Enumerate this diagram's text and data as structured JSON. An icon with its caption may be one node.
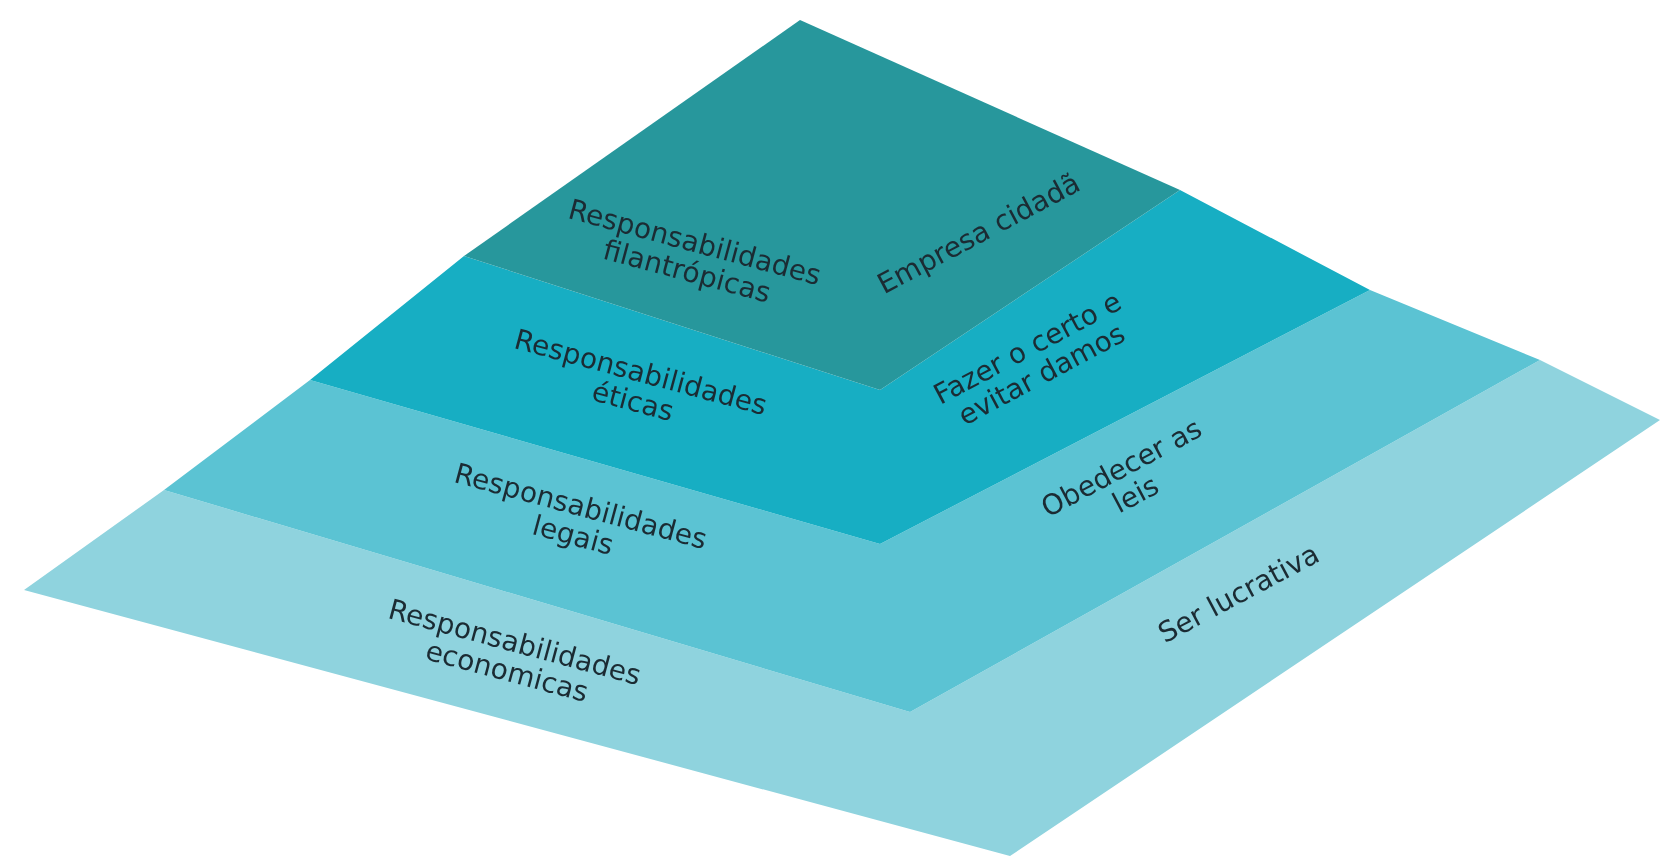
{
  "diagram": {
    "nodes": [
      {
        "text": [
          "Responsabilidades filantrópicas",
          "Empresa cidadã"
        ]
      },
      {
        "text": [
          "Responsabilidades éticas",
          "Fazer o certo e evitar damos"
        ]
      },
      {
        "text": [
          "Responsabilidades legais",
          "Obedecer as leis"
        ]
      },
      {
        "text": [
          "Responsabilidades economicas",
          "Ser lucrativa"
        ]
      }
    ]
  }
}
